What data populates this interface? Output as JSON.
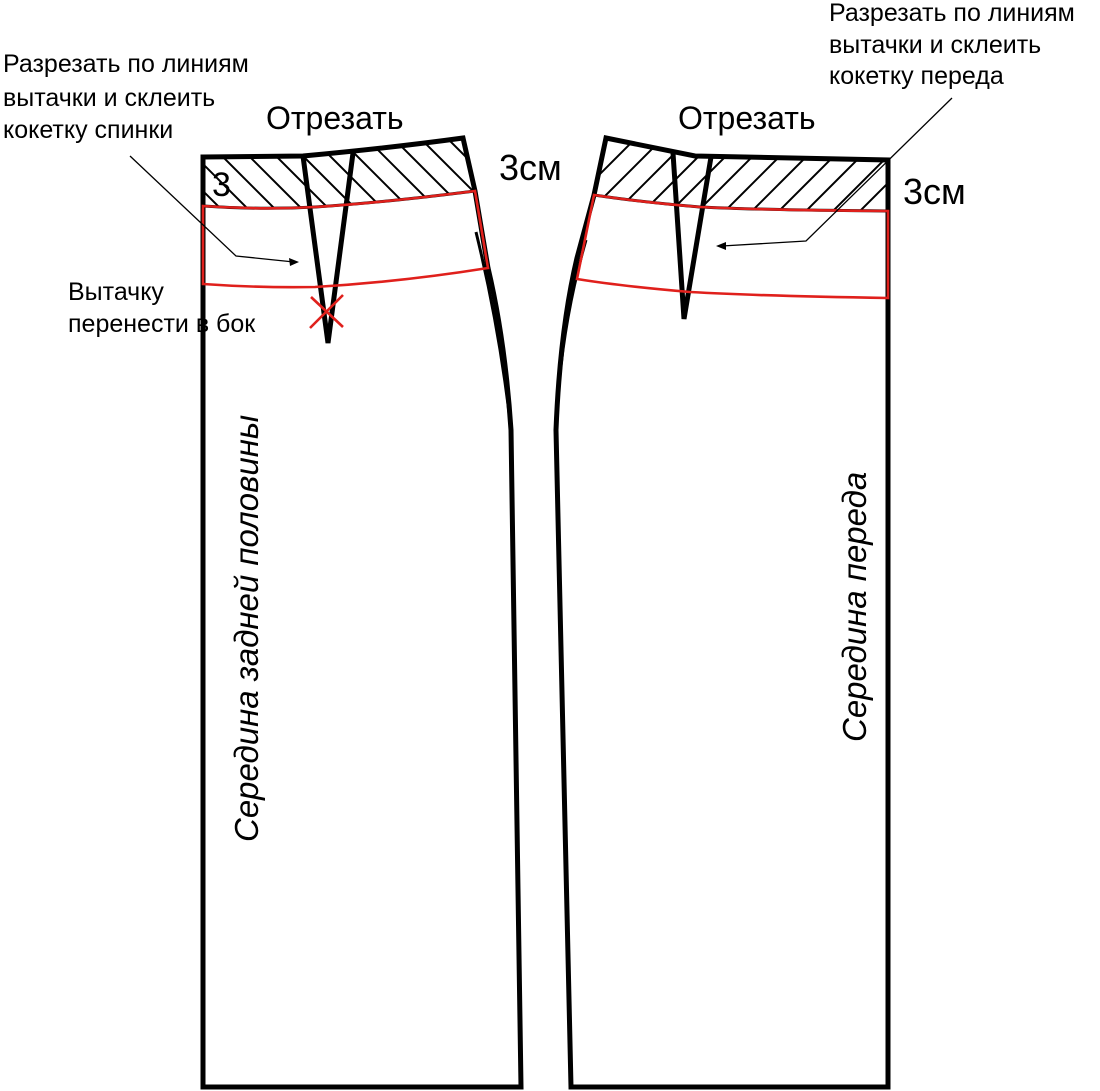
{
  "annotations": {
    "back_instruction_line1": "Разрезать по линиям",
    "back_instruction_line2": "вытачки и склеить",
    "back_instruction_line3": "кокетку спинки",
    "front_instruction_line1": "Разрезать по линиям",
    "front_instruction_line2": "вытачки и склеить",
    "front_instruction_line3": "кокетку переда",
    "cut_off_back": "Отрезать",
    "cut_off_front": "Отрезать",
    "back_measure": "3см",
    "front_measure": "3см",
    "back_hatch_number": "3",
    "dart_transfer_line1": "Вытачку",
    "dart_transfer_line2": "перенести в бок",
    "back_center_label": "Середина задней половины",
    "front_center_label": "Середина переда"
  },
  "colors": {
    "outline": "#000000",
    "yoke_line": "#e0201c",
    "cross_mark": "#e0201c",
    "background": "#ffffff"
  }
}
